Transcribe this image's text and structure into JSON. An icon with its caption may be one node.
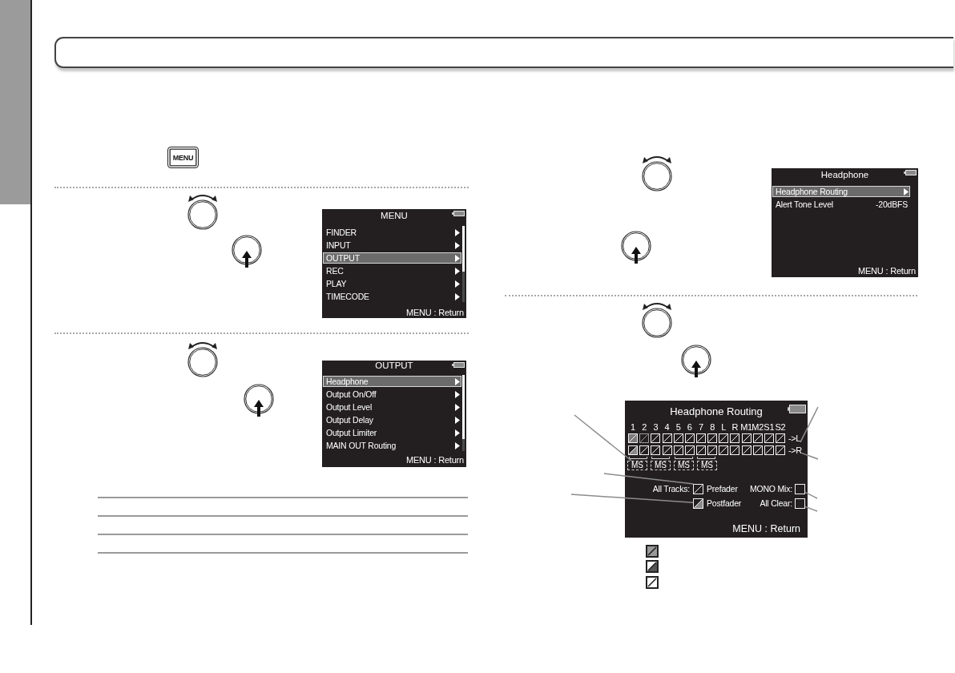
{
  "diagram": {
    "nodes": [
      {
        "text": [],
        "shape": "bar"
      },
      {
        "text": [],
        "shape": "box"
      },
      {
        "text": [
          "MENU"
        ]
      },
      {
        "text": [
          "MENU",
          "FINDER",
          "INPUT",
          "OUTPUT",
          "REC",
          "PLAY",
          "TIMECODE",
          "MENU : Return"
        ]
      },
      {
        "text": [
          "OUTPUT",
          "Headphone",
          "Output On/Off",
          "Output Level",
          "Output Delay",
          "Output Limiter",
          "MAIN OUT Routing",
          "MENU : Return"
        ]
      },
      {
        "text": [
          "Headphone",
          "Headphone Routing",
          "Alert Tone Level",
          "-20dBFS",
          "MENU : Return"
        ]
      },
      {
        "text": [
          "Headphone Routing",
          "1",
          "2",
          "3",
          "4",
          "5",
          "6",
          "7",
          "8",
          "L",
          "R",
          "M1",
          "M2",
          "S1",
          "S2",
          "MENU : Return"
        ]
      },
      {
        "text": [
          "->L"
        ],
        "in": 6
      },
      {
        "text": [
          "->R"
        ],
        "in": 6
      },
      {
        "text": [
          "MS"
        ],
        "in": 6
      },
      {
        "text": [
          "MS"
        ],
        "in": 6
      },
      {
        "text": [
          "MS"
        ],
        "in": 6
      },
      {
        "text": [
          "MS"
        ],
        "in": 6
      },
      {
        "text": [],
        "shape": "box",
        "in": 6,
        "beside": [
          "All Tracks:",
          "Prefader"
        ]
      },
      {
        "text": [],
        "shape": "box",
        "in": 6,
        "beside": [
          "MONO Mix:"
        ]
      },
      {
        "text": [],
        "shape": "box",
        "in": 6,
        "beside": [
          "Postfader"
        ]
      },
      {
        "text": [],
        "shape": "box",
        "in": 6,
        "beside": [
          "All Clear:"
        ]
      }
    ],
    "edges": [
      {
        "from": null,
        "to": 9,
        "arrow": "none"
      },
      {
        "from": null,
        "to": 13,
        "arrow": "none"
      },
      {
        "from": null,
        "to": 15,
        "arrow": "none"
      },
      {
        "from": null,
        "to": 7,
        "arrow": "none"
      },
      {
        "from": null,
        "to": 8,
        "arrow": "none"
      },
      {
        "from": null,
        "to": 14,
        "arrow": "none"
      },
      {
        "from": null,
        "to": 16,
        "arrow": "none"
      }
    ]
  }
}
